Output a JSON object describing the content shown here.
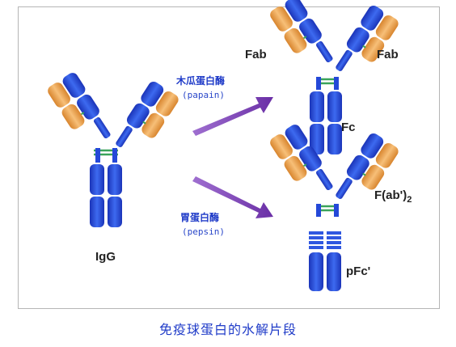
{
  "labels": {
    "igg": "IgG",
    "fab_left": "Fab",
    "fab_right": "Fab",
    "fc": "Fc",
    "fab2_main": "F(ab')",
    "fab2_sub": "2",
    "pfc": "pFc'"
  },
  "enzymes": {
    "papain_zh": "木瓜蛋白酶",
    "papain_en": "(papain)",
    "pepsin_zh": "胃蛋白酶",
    "pepsin_en": "(pepsin)"
  },
  "caption": "免疫球蛋白的水解片段",
  "colors": {
    "heavy_chain": "#2448d8",
    "light_chain": "#f0a24a",
    "disulfide": "#3aa35a",
    "arrow": "#7a3fb0",
    "enzyme_text": "#1f3bc8"
  }
}
